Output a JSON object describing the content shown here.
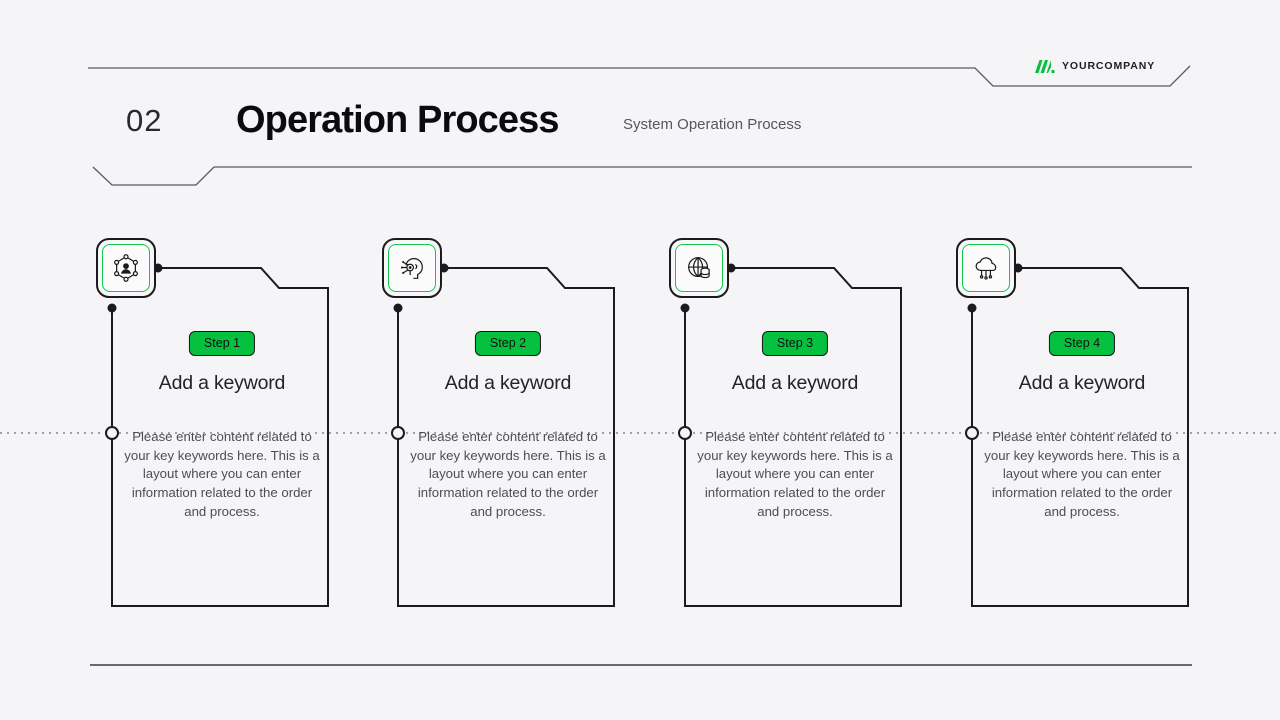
{
  "brand": {
    "logo_icon": "company-logo-mark",
    "name": "YOURCOMPANY",
    "accent_color": "#05c13f",
    "line_color": "#5a5a60"
  },
  "header": {
    "number": "02",
    "title": "Operation Process",
    "subtitle": "System Operation Process"
  },
  "cards": [
    {
      "icon": "user-network-icon",
      "step": "Step 1",
      "title": "Add a keyword",
      "body": "Please enter content related to your key keywords here. This is a layout where you can enter information related to the order and process."
    },
    {
      "icon": "ai-head-icon",
      "step": "Step 2",
      "title": "Add a keyword",
      "body": "Please enter content related to your key keywords here. This is a layout where you can enter information related to the order and process."
    },
    {
      "icon": "globe-database-icon",
      "step": "Step 3",
      "title": "Add a keyword",
      "body": "Please enter content related to your key keywords here. This is a layout where you can enter information related to the order and process."
    },
    {
      "icon": "cloud-network-icon",
      "step": "Step 4",
      "title": "Add a keyword",
      "body": "Please enter content related to your key keywords here. This is a layout where you can enter information related to the order and process."
    }
  ]
}
